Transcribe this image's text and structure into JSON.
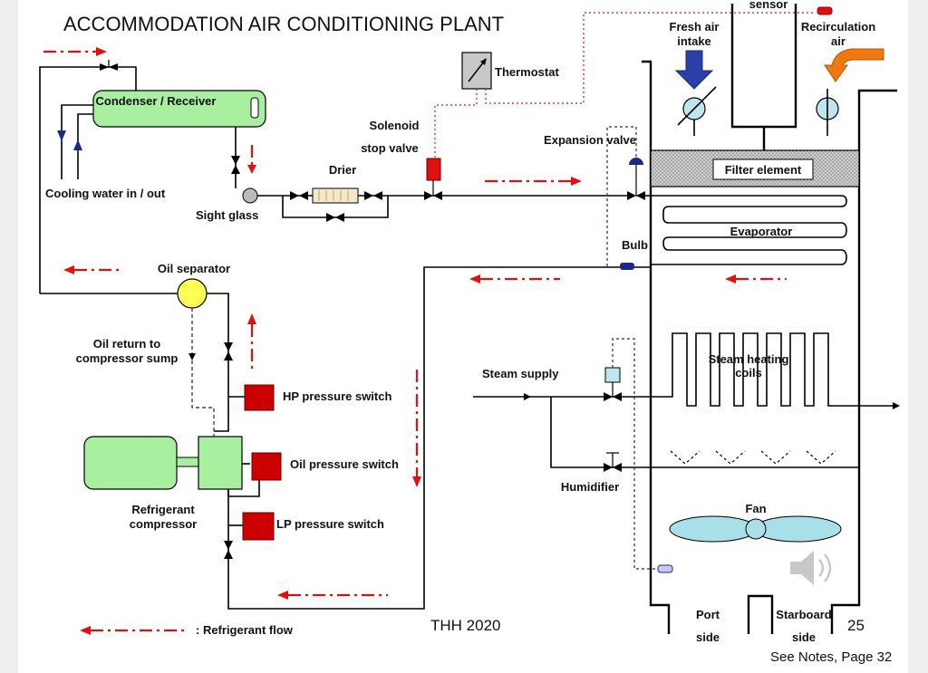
{
  "title": "ACCOMMODATION AIR CONDITIONING PLANT",
  "labels": {
    "sensor": "sensor",
    "fresh_air": [
      "Fresh air",
      "intake"
    ],
    "recirculation": [
      "Recirculation",
      "air"
    ],
    "thermostat": "Thermostat",
    "condenser": "Condenser / Receiver",
    "solenoid": [
      "Solenoid",
      "stop  valve"
    ],
    "expansion_valve": "Expansion  valve",
    "drier": "Drier",
    "cooling_water": "Cooling water in / out",
    "sight_glass": "Sight glass",
    "filter": "Filter element",
    "evaporator": "Evaporator",
    "bulb": "Bulb",
    "oil_separator": "Oil separator",
    "oil_return": [
      "Oil return to",
      "compressor sump"
    ],
    "steam_supply": "Steam supply",
    "steam_coils": [
      "Steam heating",
      "coils"
    ],
    "hp_switch": "HP pressure switch",
    "oil_switch": "Oil  pressure switch",
    "lp_switch": "LP pressure switch",
    "humidifier": "Humidifier",
    "compressor": [
      "Refrigerant",
      "compressor"
    ],
    "fan": "Fan",
    "port": [
      "Port",
      "side"
    ],
    "starboard": [
      "Starboard",
      "side"
    ],
    "legend": ": Refrigerant  flow",
    "credit": "THH 2020",
    "page_num": "25",
    "notes": "See Notes, Page 32"
  },
  "icons": {
    "speaker": "speaker-icon"
  },
  "colors": {
    "refrigerant_flow": "#e01010",
    "condenser_fill": "#a8f0a0",
    "switch_red": "#cc0000",
    "oil_separator_yellow": "#ffff55",
    "fan_blade": "#a8dfe8",
    "arrow_blue": "#2b3fa8",
    "arrow_orange": "#f07810"
  }
}
